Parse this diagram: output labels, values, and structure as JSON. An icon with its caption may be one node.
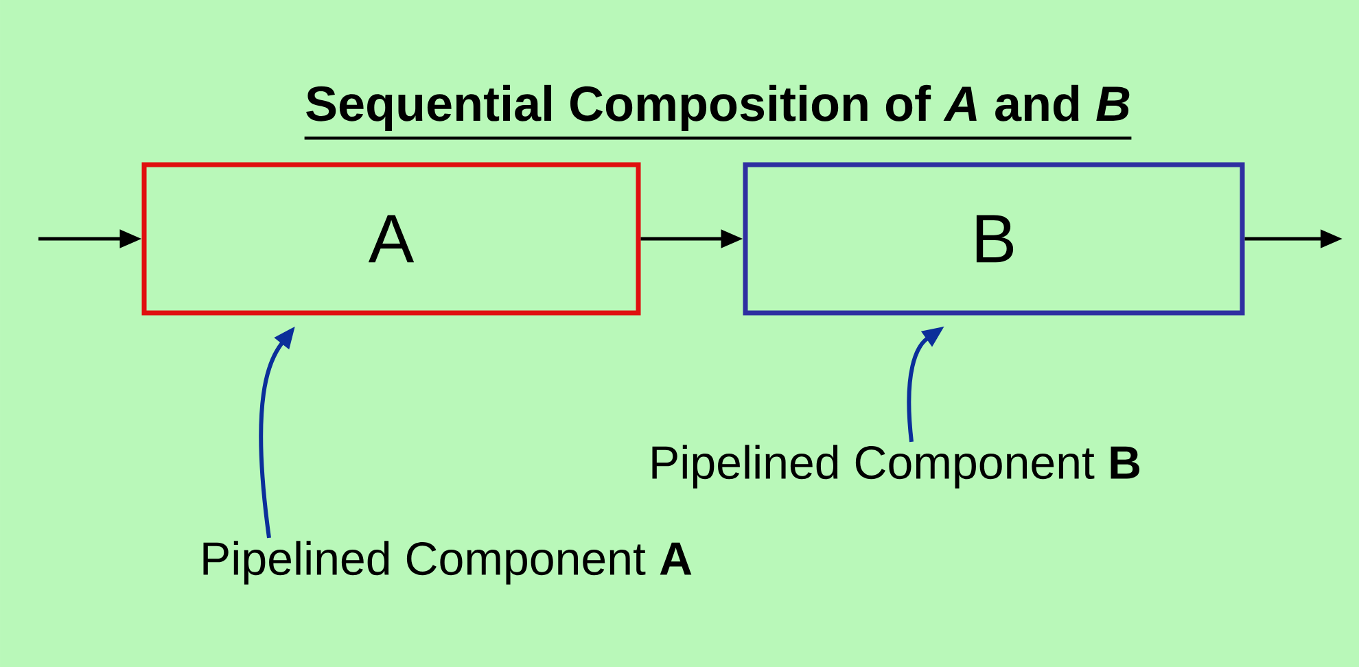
{
  "diagram": {
    "title": "Sequential Composition of *A* and *B*",
    "nodes": [
      {
        "text": [
          "A"
        ]
      },
      {
        "text": [
          "B"
        ]
      },
      {
        "text": [
          "Pipelined Component **A**"
        ]
      },
      {
        "text": [
          "Pipelined Component **B**"
        ]
      }
    ],
    "edges": [
      {
        "from": null,
        "to": 0,
        "arrow": "to"
      },
      {
        "from": 0,
        "to": 1,
        "arrow": "to"
      },
      {
        "from": 1,
        "to": null,
        "arrow": "to"
      },
      {
        "from": 2,
        "to": 0,
        "arrow": "to",
        "color": "#0b2f9a"
      },
      {
        "from": 3,
        "to": 1,
        "arrow": "to",
        "color": "#0b2f9a"
      }
    ]
  }
}
